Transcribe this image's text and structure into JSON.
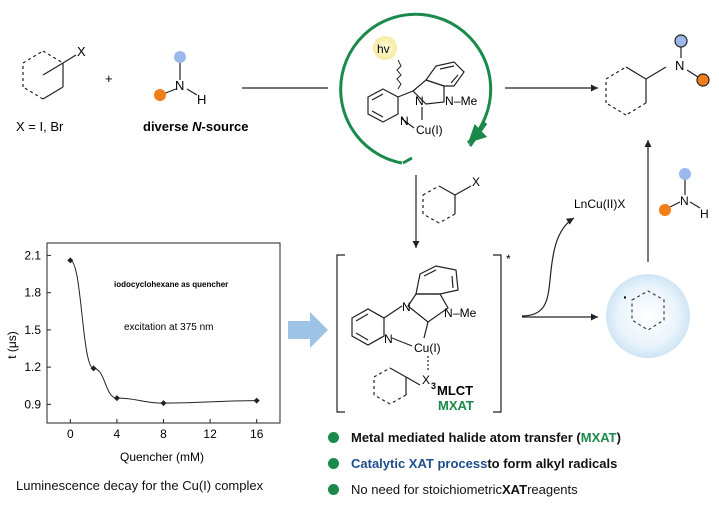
{
  "colors": {
    "green": "#1a8a4a",
    "navy": "#1f4e8c",
    "blue_dot": "#9bb8ec",
    "orange_dot": "#f07f19",
    "arrow_blue": "#9dc3e6"
  },
  "reactants": {
    "x_label": "X",
    "x_def": "X = I, Br",
    "plus": "+",
    "n_label": "N",
    "h_label": "H",
    "n_source": "diverse N-source"
  },
  "catalyst": {
    "hv": "hv",
    "n1": "N",
    "n2": "N",
    "n3": "N",
    "me": "–Me",
    "cu": "Cu(I)"
  },
  "product": {
    "n_label": "N"
  },
  "excited": {
    "n1": "N",
    "n2": "N",
    "n3": "N",
    "me": "–Me",
    "cu": "Cu(I)",
    "x": "X",
    "star": "*",
    "mlct_sup": "3",
    "mlct": "MLCT",
    "mxat": "MXAT"
  },
  "side": {
    "x_label": "X",
    "lncu": "LnCu(II)X",
    "n_label": "N",
    "h_label": "H",
    "radical_dot": "·"
  },
  "chart_data": {
    "type": "scatter",
    "x": [
      0,
      2,
      4,
      8,
      16
    ],
    "y": [
      2.06,
      1.19,
      0.95,
      0.91,
      0.93
    ],
    "xlabel": "Quencher (mM)",
    "ylabel": "t (μs)",
    "xlim": [
      -2,
      18
    ],
    "ylim": [
      0.75,
      2.2
    ],
    "xticks": [
      "0",
      "4",
      "8",
      "12",
      "16"
    ],
    "yticks": [
      "0.9",
      "1.2",
      "1.5",
      "1.8",
      "2.1"
    ],
    "annotations": [
      "iodocyclohexane as quencher",
      "excitation at 375 nm"
    ],
    "caption": "Luminescence decay for the Cu(I) complex"
  },
  "bullets": [
    {
      "pre": "Metal mediated halide atom transfer (",
      "hl": "MXAT",
      "post": ")"
    },
    {
      "pre": "Catalytic XAT process",
      "hl": "",
      "post": " to form alkyl radicals"
    },
    {
      "pre": "No need for stoichiometric ",
      "hl": "XAT",
      "post": " reagents"
    }
  ]
}
